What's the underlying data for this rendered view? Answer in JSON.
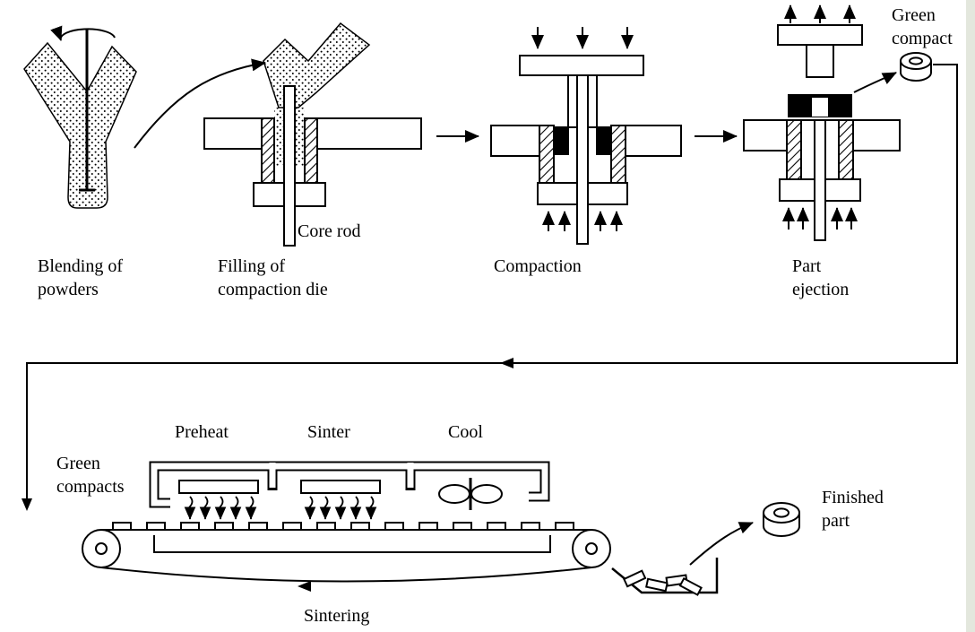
{
  "figure": {
    "background": "#ffffff",
    "ink": "#000000",
    "top_row": {
      "blending_label": "Blending of\npowders",
      "filling_label": "Filling of\ncompaction die",
      "core_rod_label": "Core rod",
      "compaction_label": "Compaction",
      "ejection_label": "Part\nejection",
      "green_compact_label": "Green\ncompact"
    },
    "bottom_row": {
      "green_compacts_label": "Green\ncompacts",
      "preheat_label": "Preheat",
      "sinter_label": "Sinter",
      "cool_label": "Cool",
      "sintering_label": "Sintering",
      "finished_part_label": "Finished\npart"
    }
  }
}
